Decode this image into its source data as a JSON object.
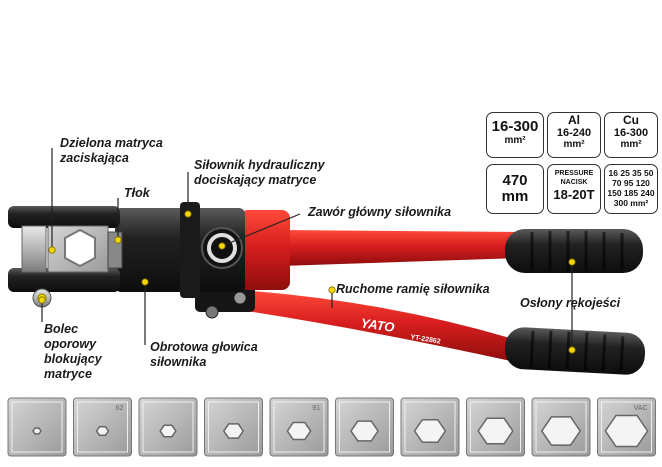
{
  "labels": {
    "split_die": [
      "Dzielona matryca",
      "zaciskająca"
    ],
    "piston": "Tłok",
    "hydraulic_cylinder": [
      "Siłownik hydrauliczny",
      "dociskający matryce"
    ],
    "main_valve": "Zawór główny siłownika",
    "movable_arm": "Ruchome ramię siłownika",
    "locking_pin": [
      "Bolec",
      "oporowy",
      "blokujący",
      "matryce"
    ],
    "rotating_head": [
      "Obrotowa głowica",
      "siłownika"
    ],
    "handle_covers": "Osłony rękojeści"
  },
  "specs": {
    "range": {
      "value": "16-300",
      "unit": "mm²"
    },
    "al": {
      "title": "Al",
      "value": "16-240",
      "unit": "mm²"
    },
    "cu": {
      "title": "Cu",
      "value": "16-300",
      "unit": "mm²"
    },
    "length": {
      "value": "470",
      "unit": "mm"
    },
    "pressure": {
      "label1": "PRESSURE",
      "label2": "NACISK",
      "value": "18-20T"
    },
    "dies": {
      "rows": [
        "16  25  35  50",
        "70  95  120",
        "150  185  240",
        "300  mm²"
      ]
    }
  },
  "branding": {
    "logo": "YATO",
    "model": "YT-22862"
  },
  "colors": {
    "red": "#d81e1e",
    "black": "#1c1c1c",
    "die_metal": "#b8b8b8",
    "accent_yellow": "#f2d600"
  },
  "die_set": {
    "count": 10,
    "marks": [
      "",
      "62",
      "",
      "",
      "91",
      "",
      "",
      "",
      "",
      "VAC"
    ]
  }
}
